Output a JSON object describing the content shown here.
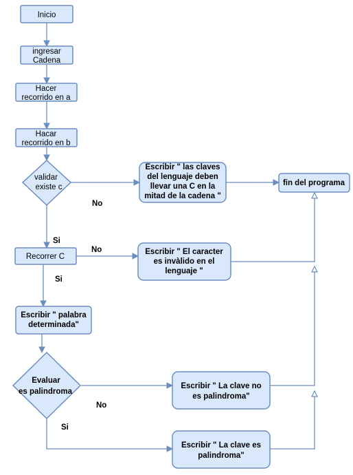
{
  "nodes": {
    "inicio": "Inicio",
    "ingresar_1": "ingresar",
    "ingresar_2": "Cadena",
    "hacer_a_1": "Hacer",
    "hacer_a_2": "recorrido en a",
    "hacer_b_1": "Hacar",
    "hacer_b_2": "recorrido en b",
    "validar_1": "validar",
    "validar_2": "existe c",
    "claves_1": "Escribir \" las claves",
    "claves_2": "del lenguaje deben",
    "claves_3": "llevar una C en la",
    "claves_4": "mitad de la cadena \"",
    "fin": "fin del programa",
    "recorrer": "Recorrer C",
    "caracter_1": "Escribir \" El caracter",
    "caracter_2": "es invàlido en el",
    "caracter_3": "lenguaje \"",
    "palabra_1": "Escribir \" palabra",
    "palabra_2": "determinada\"",
    "evaluar_1": "Evaluar",
    "evaluar_2": "es palindroma",
    "no_pal_1": "Escribir \" La clave no",
    "no_pal_2": "es palindroma\"",
    "si_pal_1": "Escribir \" La clave  es",
    "si_pal_2": "palindroma\""
  },
  "edge_labels": {
    "validar_no": "No",
    "validar_si": "Si",
    "recorrer_no": "No",
    "recorrer_si": "Si",
    "evaluar_no": "No",
    "evaluar_si": "Si"
  },
  "colors": {
    "fill": "#dae8fc",
    "stroke": "#6c8ebf"
  }
}
